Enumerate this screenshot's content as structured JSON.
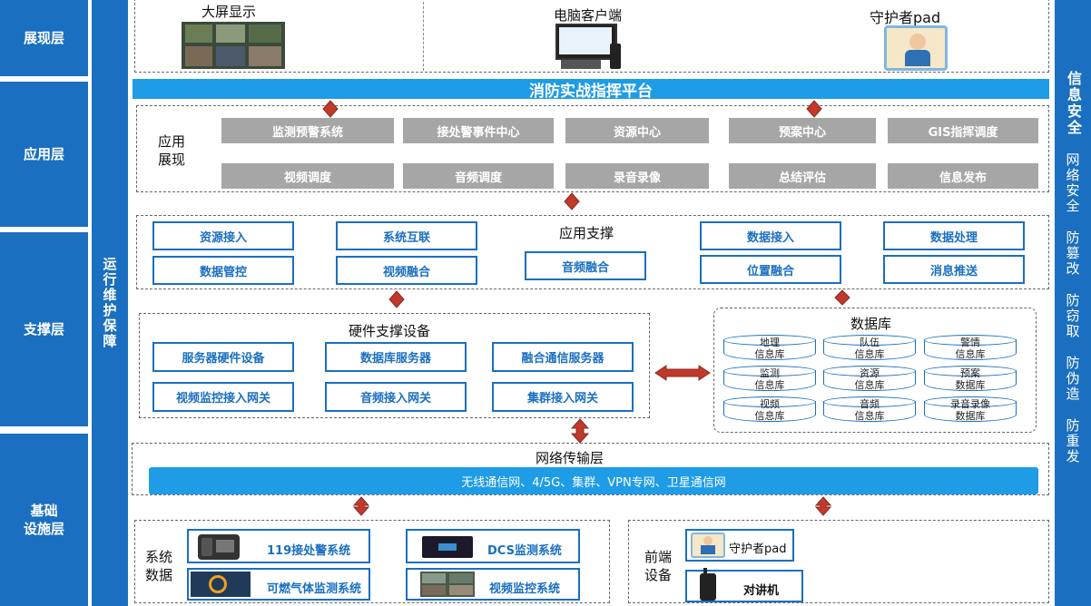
{
  "layers": [
    "展现层",
    "应用层",
    "支撑层",
    "基础\n设施层"
  ],
  "ops_column": "运行维护保障",
  "security": {
    "title": "信息安全",
    "items": [
      "网络安全",
      "防篡改",
      "防窃取",
      "防伪造",
      "防重发"
    ]
  },
  "presentation": {
    "items": [
      "大屏显示",
      "电脑客户端",
      "守护者pad"
    ]
  },
  "platform_title": "消防实战指挥平台",
  "application": {
    "label": "应用\n展现",
    "row1": [
      "监测预警系统",
      "接处警事件中心",
      "资源中心",
      "预案中心",
      "GIS指挥调度"
    ],
    "row2": [
      "视频调度",
      "音频调度",
      "录音录像",
      "总结评估",
      "信息发布"
    ]
  },
  "support": {
    "title": "应用支撑",
    "left_row1": [
      "资源接入",
      "系统互联"
    ],
    "left_row2": [
      "数据管控",
      "视频融合"
    ],
    "center": "音频融合",
    "right_row1": [
      "数据接入",
      "数据处理"
    ],
    "right_row2": [
      "位置融合",
      "消息推送"
    ]
  },
  "hardware": {
    "title": "硬件支撑设备",
    "row1": [
      "服务器硬件设备",
      "数据库服务器",
      "融合通信服务器"
    ],
    "row2": [
      "视频监控接入网关",
      "音频接入网关",
      "集群接入网关"
    ]
  },
  "database": {
    "title": "数据库",
    "items": [
      [
        "地理",
        "信息库"
      ],
      [
        "队伍",
        "信息库"
      ],
      [
        "警情",
        "信息库"
      ],
      [
        "监测",
        "信息库"
      ],
      [
        "资源",
        "信息库"
      ],
      [
        "预案",
        "数据库"
      ],
      [
        "视频",
        "信息库"
      ],
      [
        "音频",
        "信息库"
      ],
      [
        "录音录像",
        "数据库"
      ]
    ]
  },
  "network": {
    "title": "网络传输层",
    "bar": "无线通信网、4/5G、集群、VPN专网、卫星通信网"
  },
  "system_data": {
    "label": "系统\n数据",
    "items": [
      "119接处警系统",
      "DCS监测系统",
      "可燃气体监测系统",
      "视频监控系统"
    ]
  },
  "front_devices": {
    "label": "前端\n设备",
    "items": [
      "守护者pad",
      "对讲机"
    ]
  },
  "colors": {
    "layer_blue": "#1a6fc0",
    "bar_blue": "#1e9ce6",
    "gray": "#a6a6a6",
    "connector_red": "#c0392b"
  }
}
